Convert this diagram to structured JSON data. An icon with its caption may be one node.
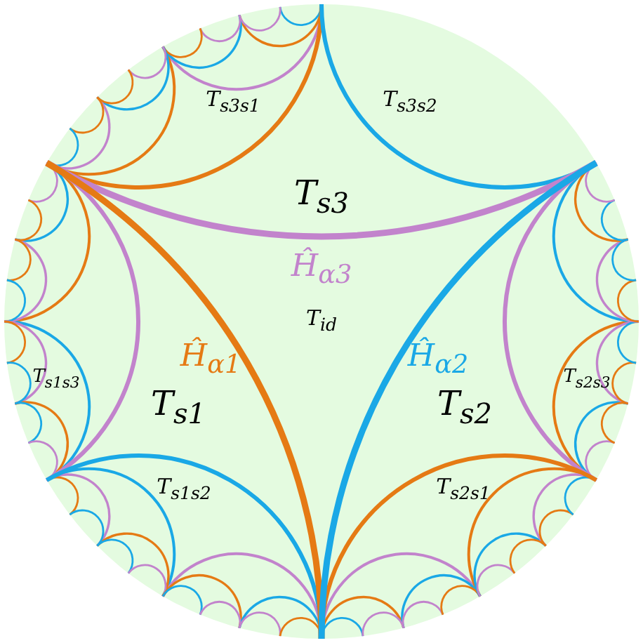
{
  "diagram": {
    "labels": [
      "T$_{s3s1}$",
      "T$_{s3s2}$",
      "T$_{s3}$",
      "Ĥ$_{α3}$",
      "T$_{id}$",
      "T$_{s1s3}$",
      "T$_{s2s3}$",
      "Ĥ$_{α1}$",
      "Ĥ$_{α2}$",
      "T$_{s1}$",
      "T$_{s2}$",
      "T$_{s1s2}$",
      "T$_{s2s1}$"
    ]
  }
}
